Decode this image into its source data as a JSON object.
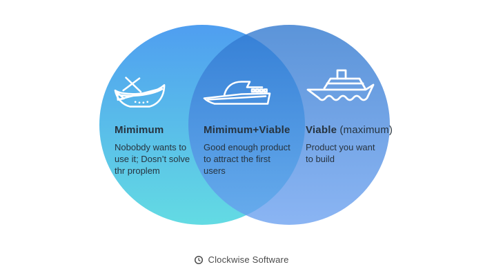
{
  "venn": {
    "left_circle": {
      "label": "minimum-circle",
      "gradient_top": "#4f9ef0",
      "gradient_bottom": "#63dbe3"
    },
    "right_circle": {
      "label": "viable-circle",
      "gradient_top": "rgba(45,118,206,0.78)",
      "gradient_bottom": "rgba(106,160,240,0.78)"
    }
  },
  "sections": {
    "minimum": {
      "icon": "broken-rowboat-icon",
      "heading": "Mimimum",
      "body": "Nobobdy wants to\nuse it; Dosn’t solve\nthr proplem"
    },
    "overlap": {
      "icon": "speedboat-icon",
      "heading": "Mimimum+Viable",
      "body": "Good enough product\nto attract the first\nusers"
    },
    "viable": {
      "icon": "ship-icon",
      "heading": "Viable",
      "heading_note": "(maximum)",
      "body": "Product you want\nto build"
    }
  },
  "footer": {
    "brand": "Clockwise Software",
    "icon": "clockwise-logo-icon"
  },
  "colors": {
    "text": "#26333f",
    "footer_text": "#4a4a4a",
    "icon_stroke": "#ffffff",
    "background": "#ffffff"
  }
}
